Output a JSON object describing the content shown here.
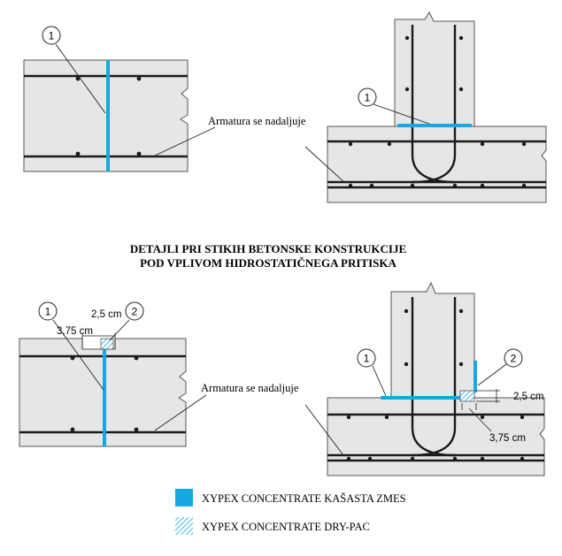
{
  "labels": {
    "callout_1": "1",
    "callout_2": "2",
    "armatura": "Armatura se nadaljuje",
    "dim_2_5": "2,5 cm",
    "dim_3_75": "3,75 cm",
    "title_line1": "DETAJLI PRI STIKIH BETONSKE KONSTRUKCIJE",
    "title_line2": "POD VPLIVOM HIDROSTATIČNEGA PRITISKA"
  },
  "legend": {
    "slurry": "XYPEX CONCENTRATE KAŠASTA ZMES",
    "drypac": "XYPEX CONCENTRATE DRY-PAC"
  },
  "colors": {
    "concrete": "#e6e6e6",
    "outline": "#555555",
    "rebar": "#1a1a1a",
    "xypex": "#18a7e0",
    "hatch": "#18a7e0"
  }
}
